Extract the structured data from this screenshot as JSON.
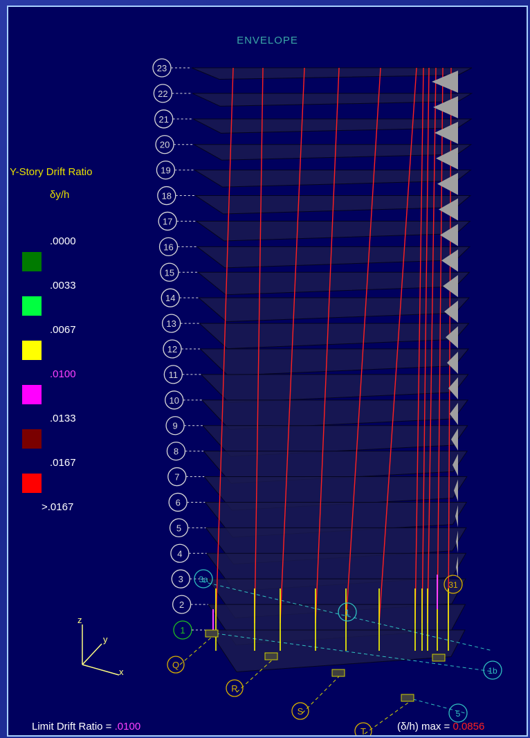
{
  "view_title": "ENVELOPE",
  "legend": {
    "title": "Y-Story Drift Ratio",
    "subtitle": "δy/h",
    "items": [
      {
        "label": ".0000",
        "color": "#ffffff"
      },
      {
        "label": ".0033",
        "color": "#ffffff"
      },
      {
        "label": ".0067",
        "color": "#ffffff"
      },
      {
        "label": ".0100",
        "color": "#ff40ff"
      },
      {
        "label": ".0133",
        "color": "#ffffff"
      },
      {
        "label": ".0167",
        "color": "#ffffff"
      },
      {
        "label": ">.0167",
        "color": "#ffffff"
      }
    ],
    "swatches": [
      "#007a00",
      "#00ff40",
      "#ffff00",
      "#ff00ff",
      "#7a0000",
      "#ff0000"
    ]
  },
  "story_labels": [
    "23",
    "22",
    "21",
    "20",
    "19",
    "18",
    "17",
    "16",
    "15",
    "14",
    "13",
    "12",
    "11",
    "10",
    "9",
    "8",
    "7",
    "6",
    "5",
    "4",
    "3",
    "2",
    "1"
  ],
  "grid_labels": {
    "letters": [
      "Q",
      "R",
      "S",
      "T"
    ],
    "numbers": [
      "3a",
      "1",
      "1b",
      "5",
      "31"
    ]
  },
  "footer": {
    "limit_label": "Limit Drift Ratio = ",
    "limit_value": ".0100",
    "max_label": "(δ/h) max = ",
    "max_value": "0.0856"
  },
  "axes": {
    "z": "z",
    "y": "y",
    "x": "x"
  }
}
